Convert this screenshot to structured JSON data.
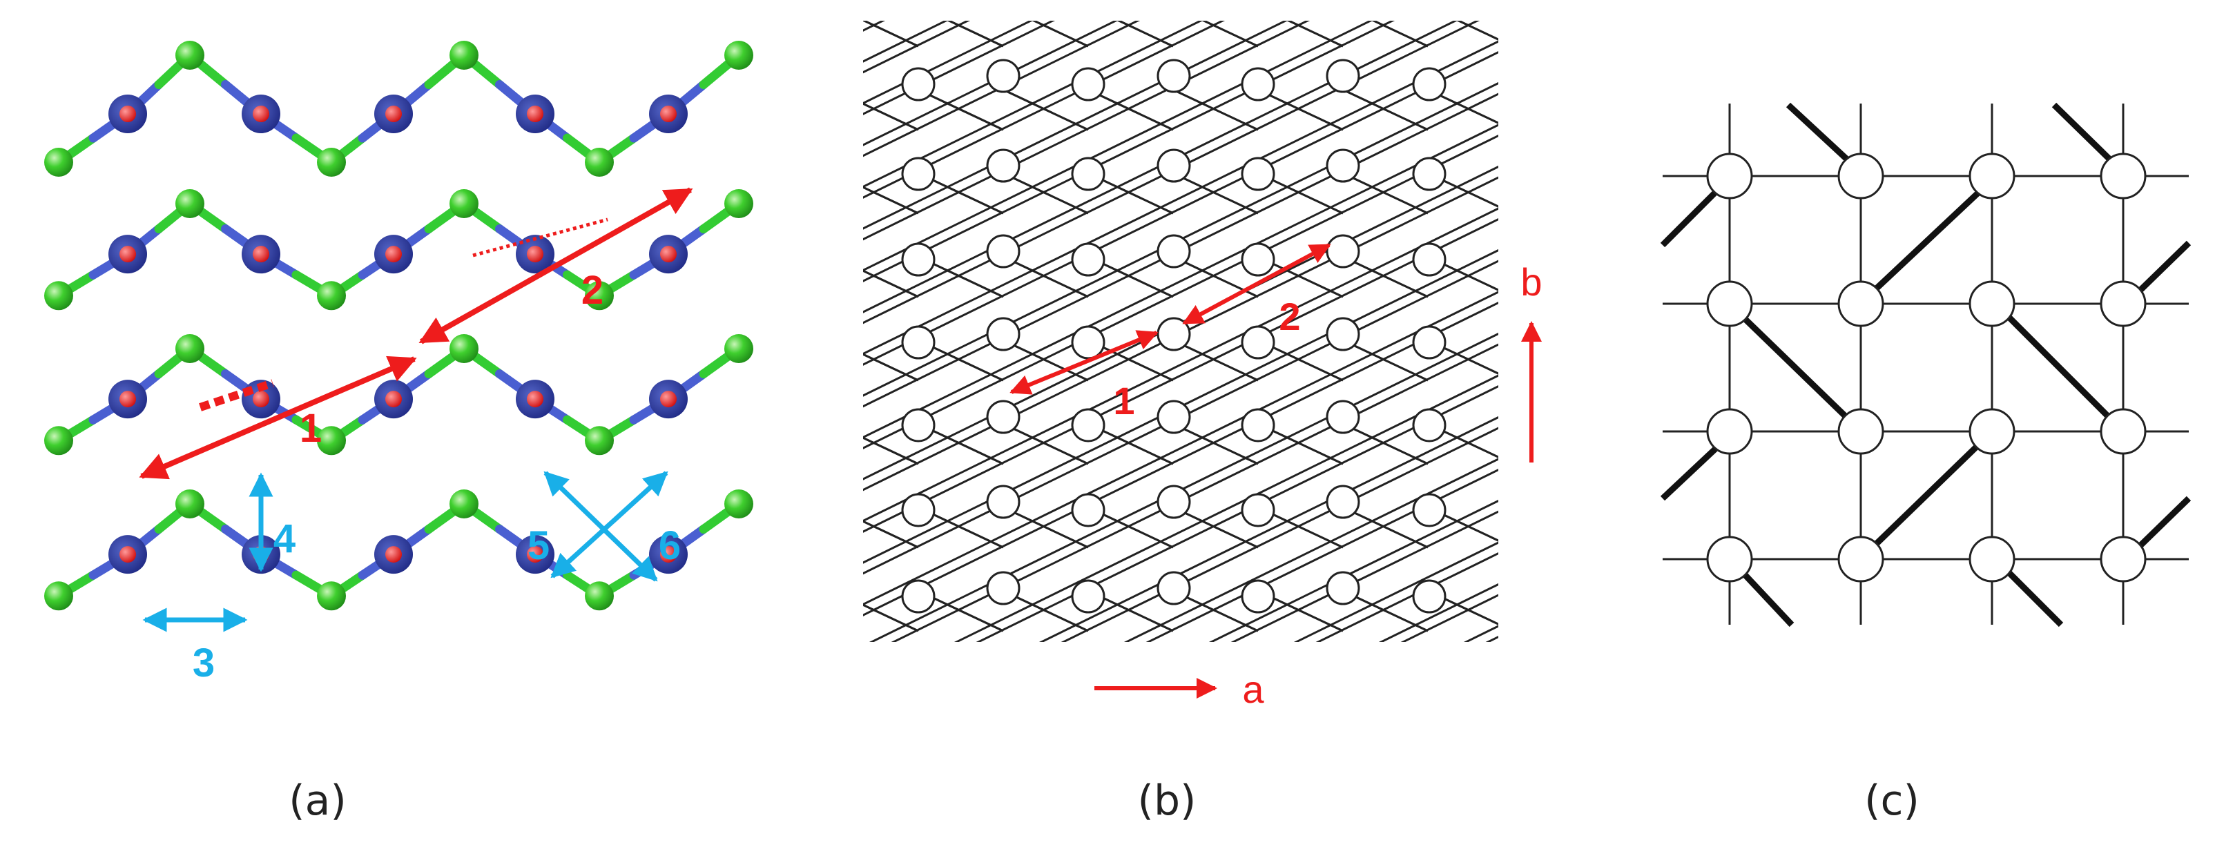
{
  "colors": {
    "red": "#ee1c1c",
    "cyan": "#19afe8",
    "green_atom": "#34c326",
    "blue_atom": "#2e3b9c",
    "green_bond": "#33cc33",
    "blue_bond": "#4a5fd1",
    "line": "#222222"
  },
  "panel_a": {
    "caption": "(a)",
    "red_labels": [
      "1",
      "2"
    ],
    "cyan_labels": [
      "3",
      "4",
      "5",
      "6"
    ]
  },
  "panel_b": {
    "caption": "(b)",
    "path_labels": [
      "1",
      "2"
    ],
    "axis_a": "a",
    "axis_b": "b"
  },
  "panel_c": {
    "caption": "(c)"
  }
}
